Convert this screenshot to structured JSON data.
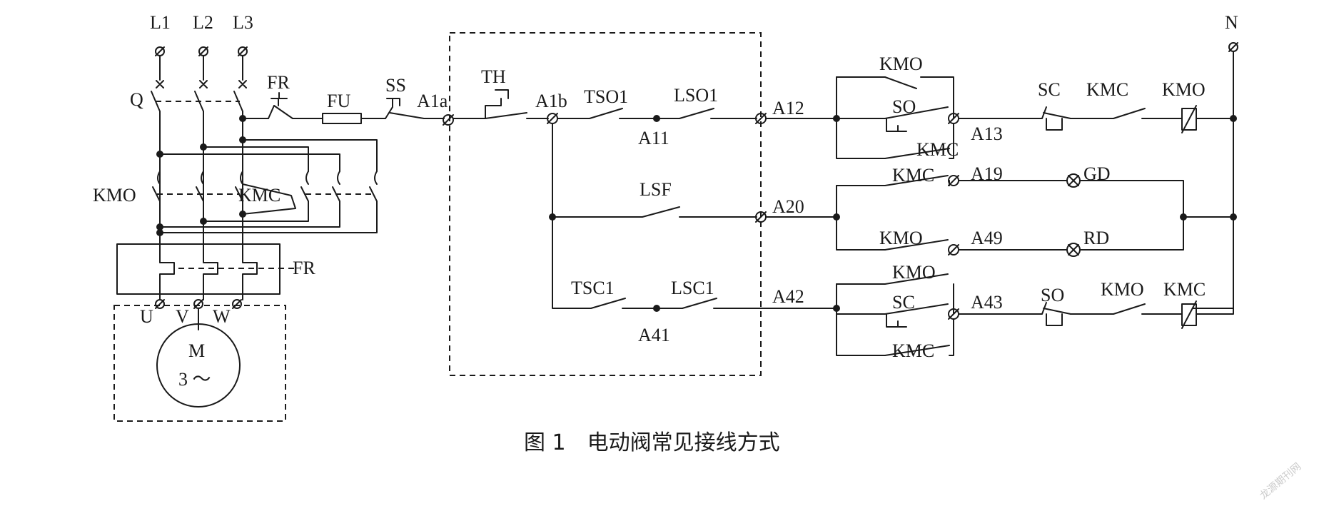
{
  "figure": {
    "caption": "图 1　电动阀常见接线方式",
    "watermark": "龙源期刊网"
  },
  "labels": {
    "L1": "L1",
    "L2": "L2",
    "L3": "L3",
    "N": "N",
    "Q": "Q",
    "FR_top": "FR",
    "FU": "FU",
    "SS": "SS",
    "A1a": "A1a",
    "TH": "TH",
    "A1b": "A1b",
    "TSO1": "TSO1",
    "LSO1": "LSO1",
    "A11": "A11",
    "A12": "A12",
    "KMO_aux1": "KMO",
    "SO_contact1": "SO",
    "A13": "A13",
    "KMC_aux1": "KMC",
    "SC_switch1": "SC",
    "KMC_nc1": "KMC",
    "KMO_coil": "KMO",
    "KMC_aux2": "KMC",
    "A19": "A19",
    "GD": "GD",
    "LSF": "LSF",
    "A20": "A20",
    "KMO_aux2": "KMO",
    "A49": "A49",
    "RD": "RD",
    "KMO_aux3": "KMO",
    "TSC1": "TSC1",
    "LSC1": "LSC1",
    "A41": "A41",
    "A42": "A42",
    "SC_contact2": "SC",
    "A43": "A43",
    "SO_switch2": "SO",
    "KMO_nc2": "KMO",
    "KMC_coil": "KMC",
    "KMC_aux3": "KMC",
    "KMO_main": "KMO",
    "KMC_main": "KMC",
    "FR_main": "FR",
    "U": "U",
    "V": "V",
    "W": "W",
    "M": "M",
    "M_phase": "3 ～"
  }
}
